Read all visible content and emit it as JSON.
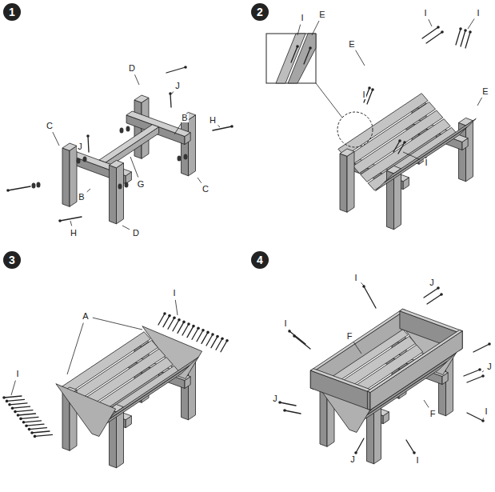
{
  "diagram": {
    "nodes": [
      {
        "text": [
          "1"
        ]
      },
      {
        "text": [
          "2"
        ]
      },
      {
        "text": [
          "3"
        ]
      },
      {
        "text": [
          "4"
        ]
      }
    ],
    "labels": [
      "D",
      "J",
      "C",
      "J",
      "B",
      "H",
      "C",
      "B",
      "G",
      "H",
      "D",
      "I",
      "E",
      "E",
      "I",
      "I",
      "E",
      "I",
      "I",
      "A",
      "I",
      "I",
      "I",
      "J",
      "I",
      "F",
      "J",
      "J",
      "F",
      "I",
      "J",
      "I"
    ]
  }
}
